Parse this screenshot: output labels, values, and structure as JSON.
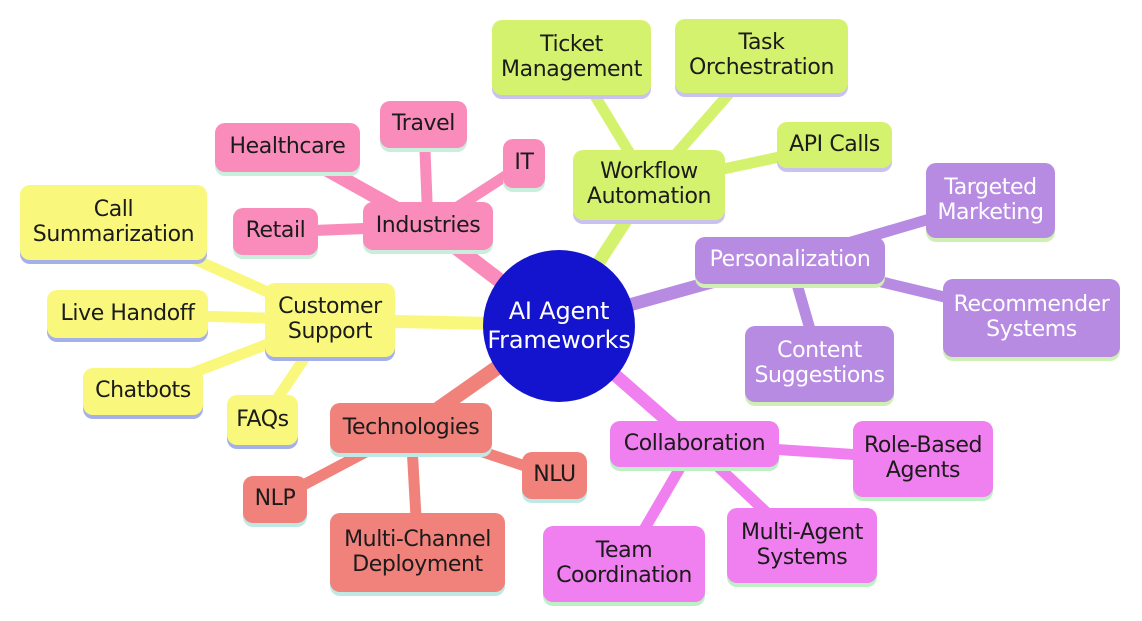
{
  "center": {
    "label": "AI Agent\nFrameworks",
    "fill": "#1414CE",
    "text_color": "#FFFFFF"
  },
  "branches": {
    "industries": {
      "label": "Industries",
      "color": "#F98CBA",
      "shadow_color": "#C9EEDC",
      "text_color": "#1B1B1B",
      "children": {
        "healthcare": {
          "label": "Healthcare"
        },
        "travel": {
          "label": "Travel"
        },
        "it": {
          "label": "IT"
        },
        "retail": {
          "label": "Retail"
        }
      }
    },
    "workflow_automation": {
      "label": "Workflow\nAutomation",
      "color": "#D5F26F",
      "shadow_color": "#C9C2EE",
      "text_color": "#1B1B1B",
      "children": {
        "ticket_management": {
          "label": "Ticket\nManagement"
        },
        "task_orchestration": {
          "label": "Task\nOrchestration"
        },
        "api_calls": {
          "label": "API Calls"
        }
      }
    },
    "personalization": {
      "label": "Personalization",
      "color": "#B78BE2",
      "shadow_color": "#CFEFB5",
      "text_color": "#FFFFFF",
      "children": {
        "targeted_marketing": {
          "label": "Targeted\nMarketing"
        },
        "recommender_systems": {
          "label": "Recommender\nSystems"
        },
        "content_suggestions": {
          "label": "Content\nSuggestions"
        }
      }
    },
    "customer_support": {
      "label": "Customer\nSupport",
      "color": "#F9F87C",
      "shadow_color": "#A6B0E8",
      "text_color": "#1B1B1B",
      "children": {
        "call_summarization": {
          "label": "Call\nSummarization"
        },
        "live_handoff": {
          "label": "Live Handoff"
        },
        "chatbots": {
          "label": "Chatbots"
        },
        "faqs": {
          "label": "FAQs"
        }
      }
    },
    "technologies": {
      "label": "Technologies",
      "color": "#F0817B",
      "shadow_color": "#BFE9E4",
      "text_color": "#1B1B1B",
      "children": {
        "nlp": {
          "label": "NLP"
        },
        "nlu": {
          "label": "NLU"
        },
        "multi_channel_deployment": {
          "label": "Multi-Channel\nDeployment"
        }
      }
    },
    "collaboration": {
      "label": "Collaboration",
      "color": "#F07FEF",
      "shadow_color": "#BFEFC4",
      "text_color": "#1B1B1B",
      "children": {
        "role_based_agents": {
          "label": "Role-Based\nAgents"
        },
        "multi_agent_systems": {
          "label": "Multi-Agent\nSystems"
        },
        "team_coordination": {
          "label": "Team\nCoordination"
        }
      }
    }
  }
}
